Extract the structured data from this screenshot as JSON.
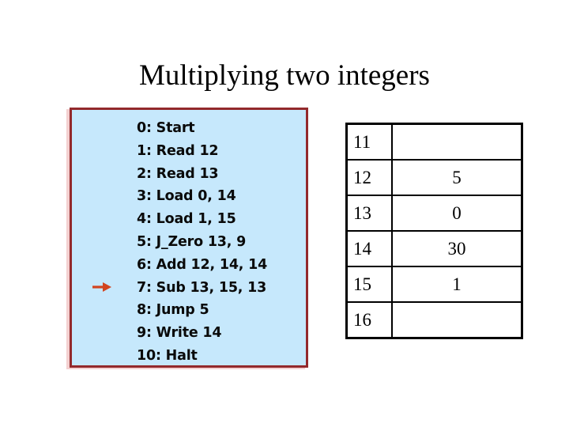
{
  "slide": {
    "title": "Multiplying two integers",
    "background_color": "#ffffff"
  },
  "program_panel": {
    "fill_color": "#c6e8fc",
    "border_color": "#93292c",
    "lines": [
      {
        "index": 0,
        "text": "0: Start"
      },
      {
        "index": 1,
        "text": "1: Read 12"
      },
      {
        "index": 2,
        "text": "2: Read 13"
      },
      {
        "index": 3,
        "text": "3: Load 0, 14"
      },
      {
        "index": 4,
        "text": "4: Load 1, 15"
      },
      {
        "index": 5,
        "text": "5: J_Zero 13, 9"
      },
      {
        "index": 6,
        "text": "6: Add 12, 14, 14"
      },
      {
        "index": 7,
        "text": "7: Sub 13, 15, 13"
      },
      {
        "index": 8,
        "text": "8: Jump 5"
      },
      {
        "index": 9,
        "text": "9: Write 14"
      },
      {
        "index": 10,
        "text": "10: Halt"
      }
    ],
    "program_counter": {
      "icon": "right-arrow-icon",
      "points_to_line": "7: Sub 13, 15, 13",
      "color": "#d2441f"
    }
  },
  "memory_table": {
    "border_color": "#000000",
    "rows": [
      {
        "address": "11",
        "value": ""
      },
      {
        "address": "12",
        "value": "5"
      },
      {
        "address": "13",
        "value": "0"
      },
      {
        "address": "14",
        "value": "30"
      },
      {
        "address": "15",
        "value": "1"
      },
      {
        "address": "16",
        "value": ""
      }
    ]
  }
}
